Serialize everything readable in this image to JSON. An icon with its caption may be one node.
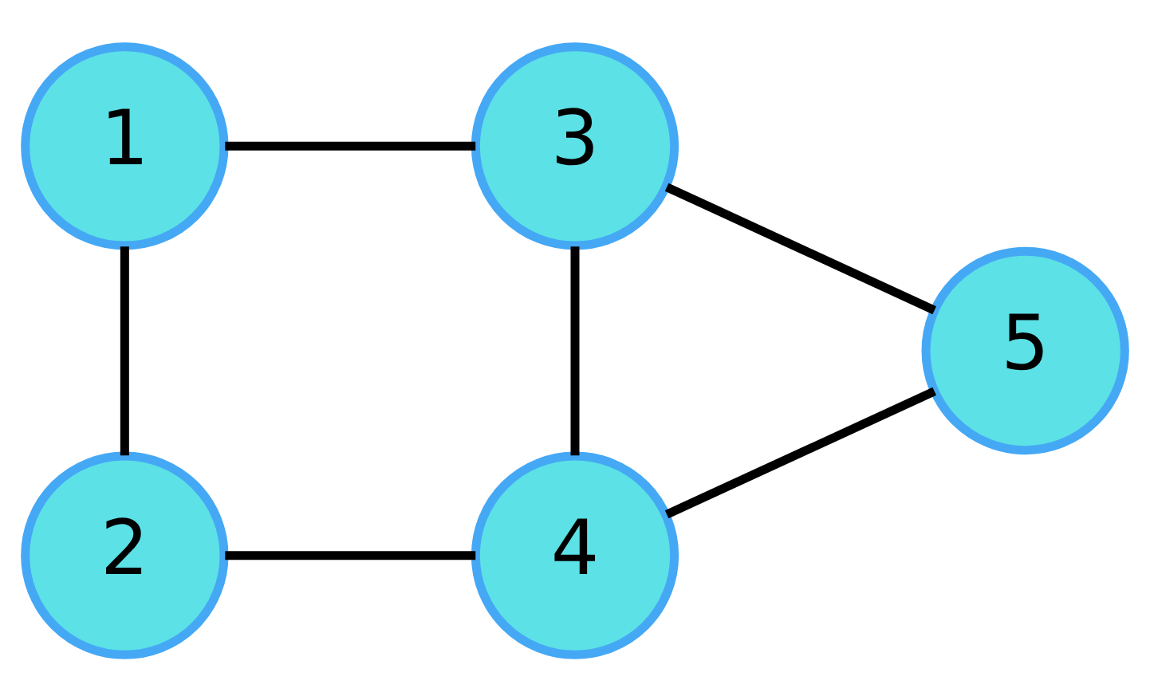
{
  "diagram": {
    "nodes": [
      {
        "text": [
          "1"
        ]
      },
      {
        "text": [
          "2"
        ]
      },
      {
        "text": [
          "3"
        ]
      },
      {
        "text": [
          "4"
        ]
      },
      {
        "text": [
          "5"
        ]
      }
    ],
    "edges": [
      {
        "from": 0,
        "to": 2,
        "arrow": "none"
      },
      {
        "from": 0,
        "to": 1,
        "arrow": "none"
      },
      {
        "from": 2,
        "to": 3,
        "arrow": "none"
      },
      {
        "from": 1,
        "to": 3,
        "arrow": "none"
      },
      {
        "from": 2,
        "to": 4,
        "arrow": "none"
      },
      {
        "from": 3,
        "to": 4,
        "arrow": "none"
      }
    ]
  }
}
